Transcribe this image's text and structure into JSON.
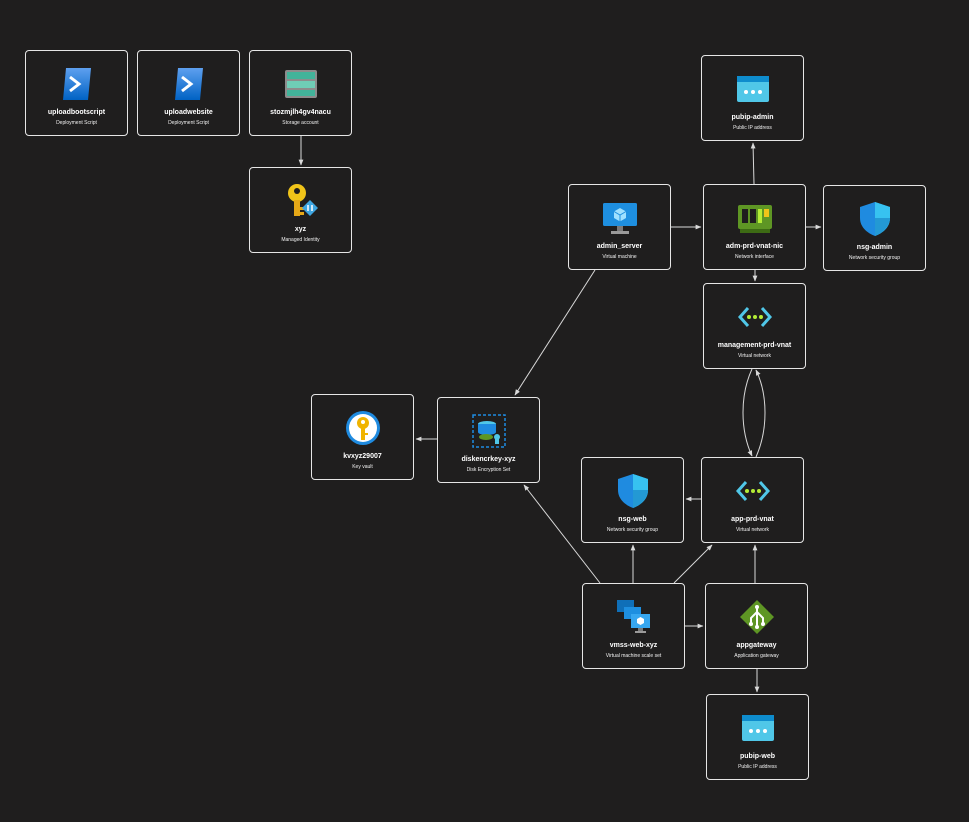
{
  "colors": {
    "background": "#1f1e1e",
    "node_border": "#e6e6e6",
    "edge": "#d9d9d9",
    "text": "#ffffff"
  },
  "nodes": {
    "uploadbootscript": {
      "name": "uploadbootscript",
      "type": "Deployment Script",
      "icon": "deployment-script-icon"
    },
    "uploadwebsite": {
      "name": "uploadwebsite",
      "type": "Deployment Script",
      "icon": "deployment-script-icon"
    },
    "storage": {
      "name": "stozmjlh4gv4nacu",
      "type": "Storage account",
      "icon": "storage-account-icon"
    },
    "identity": {
      "name": "xyz",
      "type": "Managed Identity",
      "icon": "managed-identity-icon"
    },
    "pubip_admin": {
      "name": "pubip-admin",
      "type": "Public IP address",
      "icon": "public-ip-icon"
    },
    "admin_server": {
      "name": "admin_server",
      "type": "Virtual machine",
      "icon": "virtual-machine-icon"
    },
    "nic": {
      "name": "adm-prd-vnat-nic",
      "type": "Network interface",
      "icon": "network-interface-icon"
    },
    "nsg_admin": {
      "name": "nsg-admin",
      "type": "Network security group",
      "icon": "nsg-shield-icon"
    },
    "mgmt_vnet": {
      "name": "management-prd-vnat",
      "type": "Virtual network",
      "icon": "virtual-network-icon"
    },
    "keyvault": {
      "name": "kvxyz29007",
      "type": "Key vault",
      "icon": "key-vault-icon"
    },
    "des": {
      "name": "diskencrkey-xyz",
      "type": "Disk Encryption Set",
      "icon": "disk-encryption-set-icon"
    },
    "nsg_web": {
      "name": "nsg-web",
      "type": "Network security group",
      "icon": "nsg-shield-icon"
    },
    "app_vnet": {
      "name": "app-prd-vnat",
      "type": "Virtual network",
      "icon": "virtual-network-icon"
    },
    "vmss": {
      "name": "vmss-web-xyz",
      "type": "Virtual machine scale set",
      "icon": "vm-scale-set-icon"
    },
    "appgw": {
      "name": "appgateway",
      "type": "Application gateway",
      "icon": "application-gateway-icon"
    },
    "pubip_web": {
      "name": "pubip-web",
      "type": "Public IP address",
      "icon": "public-ip-icon"
    }
  },
  "edges": [
    {
      "from": "storage",
      "to": "identity"
    },
    {
      "from": "nic",
      "to": "pubip_admin"
    },
    {
      "from": "admin_server",
      "to": "nic"
    },
    {
      "from": "nic",
      "to": "nsg_admin"
    },
    {
      "from": "nic",
      "to": "mgmt_vnet"
    },
    {
      "from": "admin_server",
      "to": "des"
    },
    {
      "from": "des",
      "to": "keyvault"
    },
    {
      "from": "mgmt_vnet",
      "to": "app_vnet"
    },
    {
      "from": "app_vnet",
      "to": "mgmt_vnet"
    },
    {
      "from": "app_vnet",
      "to": "nsg_web"
    },
    {
      "from": "vmss",
      "to": "nsg_web"
    },
    {
      "from": "vmss",
      "to": "app_vnet"
    },
    {
      "from": "vmss",
      "to": "des"
    },
    {
      "from": "vmss",
      "to": "appgw"
    },
    {
      "from": "appgw",
      "to": "app_vnet"
    },
    {
      "from": "appgw",
      "to": "pubip_web"
    }
  ]
}
